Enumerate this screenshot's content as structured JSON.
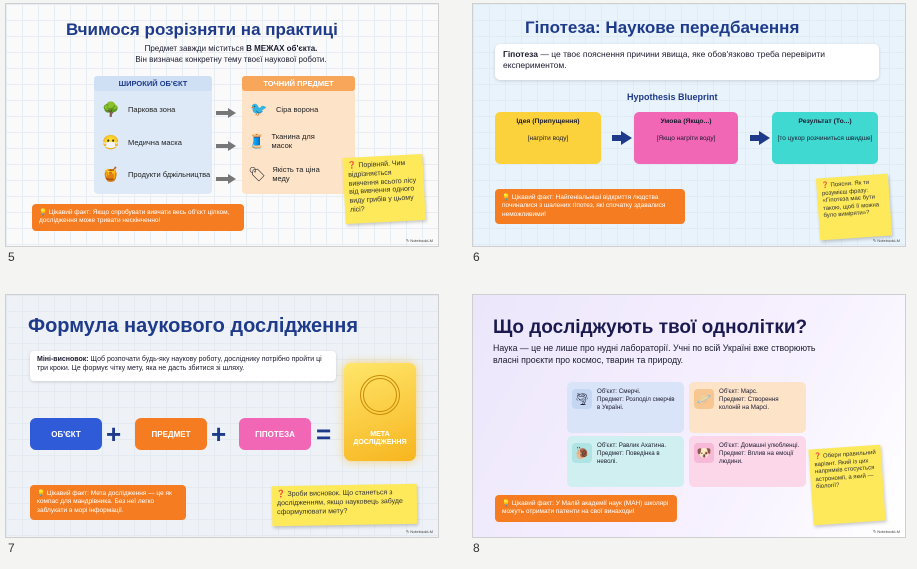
{
  "slide5": {
    "number": "5",
    "title": "Вчимося розрізняти на практиці",
    "subtitle1_pre": "Предмет завжди міститься ",
    "subtitle1_bold": "В МЕЖАХ об'єкта.",
    "subtitle2": "Він визначає конкретну тему твоєї наукової роботи.",
    "col_object": "ШИРОКИЙ ОБ'ЄКТ",
    "col_subject": "ТОЧНИЙ ПРЕДМЕТ",
    "objects": [
      "Паркова зона",
      "Медична маска",
      "Продукти бджільництва"
    ],
    "subjects": [
      "Сіра ворона",
      "Тканина для масок",
      "Якість та ціна меду"
    ],
    "note": "❓ Порівняй. Чим відрізняється вивчення всього лісу від вивчення одного виду грибів у цьому лісі?",
    "fact": "💡 Цікавий факт: Якщо спробувати вивчати весь об'єкт цілком, дослідження може тривати нескінченно!",
    "brand": "✎ NotebookLM"
  },
  "slide6": {
    "number": "6",
    "title": "Гіпотеза: Наукове передбачення",
    "definition_bold": "Гіпотеза",
    "definition_rest": " — це твоє пояснення причини явища, яке обов'язково треба перевірити експериментом.",
    "blueprint": "Hypothesis Blueprint",
    "cards": [
      {
        "title": "Ідея (Припущення)",
        "body": "[нагріти воду]"
      },
      {
        "title": "Умова (Якщо...)",
        "body": "[Якщо нагріти воду]"
      },
      {
        "title": "Результат (То...)",
        "body": "[то цукор розчиниться швидше]"
      }
    ],
    "fact": "💡 Цікавий факт: Найгеніальніші відкриття людства починалися з шалених гіпотез, які спочатку здавалися неможливими!",
    "note": "❓ Поясни. Як ти розумієш фразу: «Гіпотеза має бути такою, щоб її можна було виміряти»?",
    "brand": "✎ NotebookLM"
  },
  "slide7": {
    "number": "7",
    "title": "Формула наукового дослідження",
    "mini_bold": "Міні-висновок:",
    "mini_rest": " Щоб розпочати будь-яку наукову роботу, досліднику потрібно пройти ці три кроки. Це формує чітку мету, яка не дасть збитися зі шляху.",
    "pills": [
      "ОБ'ЄКТ",
      "ПРЕДМЕТ",
      "ГІПОТЕЗА"
    ],
    "plus": "+",
    "equals": "=",
    "result": "МЕТА ДОСЛІДЖЕННЯ",
    "fact": "💡 Цікавий факт: Мета дослідження — це як компас для мандрівника. Без неї легко заблукати в морі інформації.",
    "note": "❓ Зроби висновок. Що станеться з дослідженням, якщо науковець забуде сформулювати мету?",
    "brand": "✎ NotebookLM"
  },
  "slide8": {
    "number": "8",
    "title": "Що досліджують твої однолітки?",
    "intro": "Наука — це не лише про нудні лабораторії. Учні по всій Україні вже створюють власні проєкти про космос, тварин та природу.",
    "peers": [
      {
        "object": "Об'єкт: Смерчі.",
        "subject": "Предмет: Розподіл смерчів в Україні.",
        "icon": "🌪"
      },
      {
        "object": "Об'єкт: Марс.",
        "subject": "Предмет: Створення колоній на Марсі.",
        "icon": "🪐"
      },
      {
        "object": "Об'єкт: Равлик Ахатина.",
        "subject": "Предмет: Поведінка в неволі.",
        "icon": "🐌"
      },
      {
        "object": "Об'єкт: Домашні улюбленці.",
        "subject": "Предмет: Вплив на емоції людини.",
        "icon": "🐶"
      }
    ],
    "fact": "💡 Цікавий факт: У Малій академії наук (МАН) школярі можуть отримати патенти на свої винаходи!",
    "note": "❓ Обери правильний варіант. Який із цих напрямків стосується астрономії, а який — біології?",
    "brand": "✎ NotebookLM"
  }
}
